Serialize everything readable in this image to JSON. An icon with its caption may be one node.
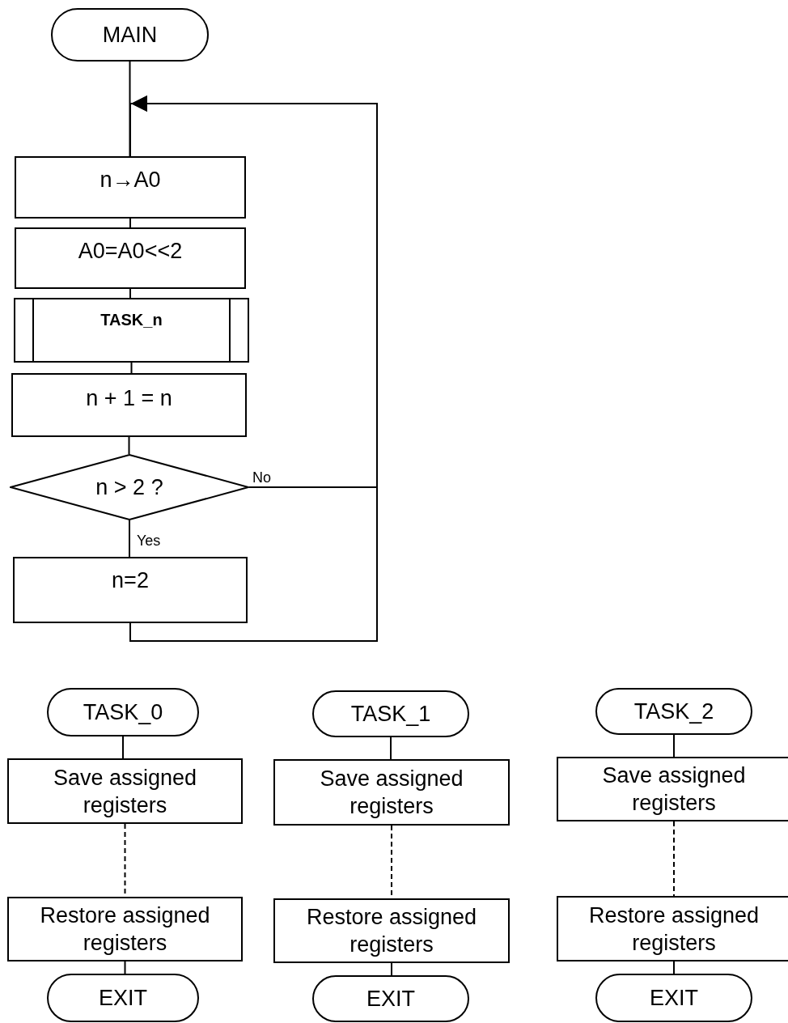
{
  "diagram": {
    "nodes": [
      {
        "text": [
          "MAIN"
        ]
      },
      {
        "text": [
          "n→A0"
        ]
      },
      {
        "text": [
          "A0=A0<<2"
        ]
      },
      {
        "text": [
          "TASK_n"
        ]
      },
      {
        "text": [
          "n + 1 = n"
        ]
      },
      {
        "text": [
          "n > 2 ?"
        ]
      },
      {
        "text": [
          "n=2"
        ]
      },
      {
        "text": [
          "TASK_0"
        ]
      },
      {
        "text": [
          "Save assigned registers"
        ]
      },
      {
        "text": [
          "Restore assigned registers"
        ]
      },
      {
        "text": [
          "EXIT"
        ]
      },
      {
        "text": [
          "TASK_1"
        ]
      },
      {
        "text": [
          "Save assigned registers"
        ]
      },
      {
        "text": [
          "Restore assigned registers"
        ]
      },
      {
        "text": [
          "EXIT"
        ]
      },
      {
        "text": [
          "TASK_2"
        ]
      },
      {
        "text": [
          "Save assigned registers"
        ]
      },
      {
        "text": [
          "Restore assigned registers"
        ]
      },
      {
        "text": [
          "EXIT"
        ]
      }
    ],
    "edges": [
      {
        "from": 0,
        "to": 1,
        "arrow": "none"
      },
      {
        "from": 1,
        "to": 2,
        "arrow": "none"
      },
      {
        "from": 2,
        "to": 3,
        "arrow": "none"
      },
      {
        "from": 3,
        "to": 4,
        "arrow": "none"
      },
      {
        "from": 4,
        "to": 5,
        "arrow": "none"
      },
      {
        "from": 5,
        "to": 6,
        "label": "Yes",
        "arrow": "none"
      },
      {
        "from": 5,
        "to": 1,
        "label": "No",
        "arrow": "to"
      },
      {
        "from": 6,
        "to": 1,
        "arrow": "to"
      },
      {
        "from": 7,
        "to": 8,
        "arrow": "none"
      },
      {
        "from": 8,
        "to": 9,
        "arrow": "none",
        "style": "dashed"
      },
      {
        "from": 9,
        "to": 10,
        "arrow": "none"
      },
      {
        "from": 11,
        "to": 12,
        "arrow": "none"
      },
      {
        "from": 12,
        "to": 13,
        "arrow": "none",
        "style": "dashed"
      },
      {
        "from": 13,
        "to": 14,
        "arrow": "none"
      },
      {
        "from": 15,
        "to": 16,
        "arrow": "none"
      },
      {
        "from": 16,
        "to": 17,
        "arrow": "none",
        "style": "dashed"
      },
      {
        "from": 17,
        "to": 18,
        "arrow": "none"
      }
    ]
  }
}
